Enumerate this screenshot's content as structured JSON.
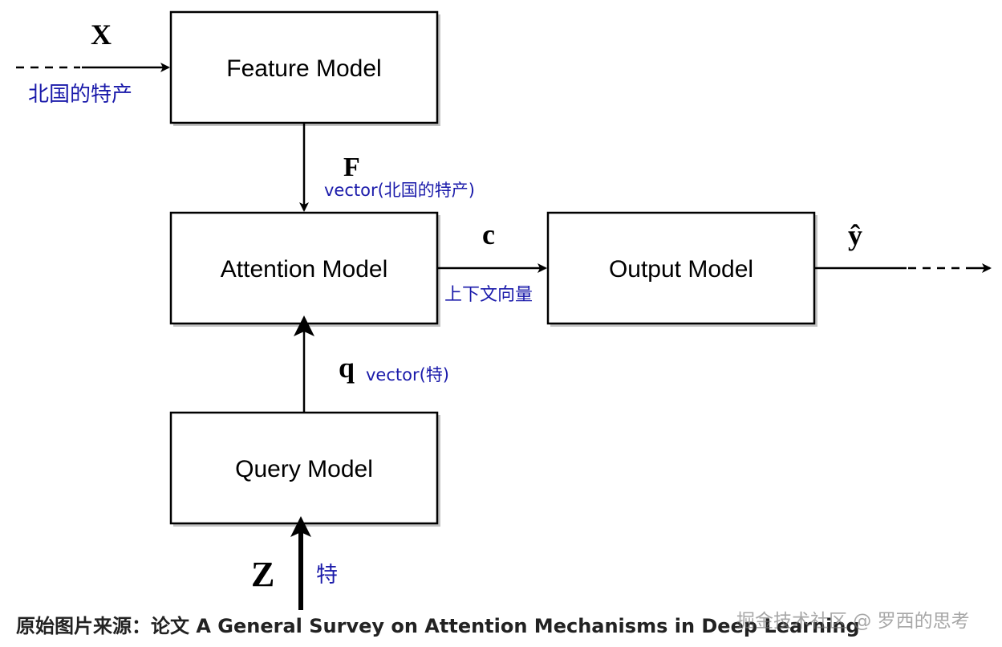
{
  "boxes": {
    "feature": "Feature Model",
    "attention": "Attention Model",
    "output": "Output Model",
    "query": "Query Model"
  },
  "symbols": {
    "x": "X",
    "f": "F",
    "c": "c",
    "y_hat": "ŷ",
    "q": "q",
    "z": "Z"
  },
  "annotations": {
    "x_desc": "北国的特产",
    "f_desc": "vector(北国的特产)",
    "c_desc": "上下文向量",
    "q_desc": "vector(特)",
    "z_desc": "特"
  },
  "caption": "原始图片来源：论文 A General Survey on Attention Mechanisms in Deep Learning",
  "watermark": "掘金技术社区 @ 罗西的思考",
  "colors": {
    "annotation": "#1a1aaa",
    "box_stroke": "#000000",
    "box_shadow": "#999999"
  }
}
